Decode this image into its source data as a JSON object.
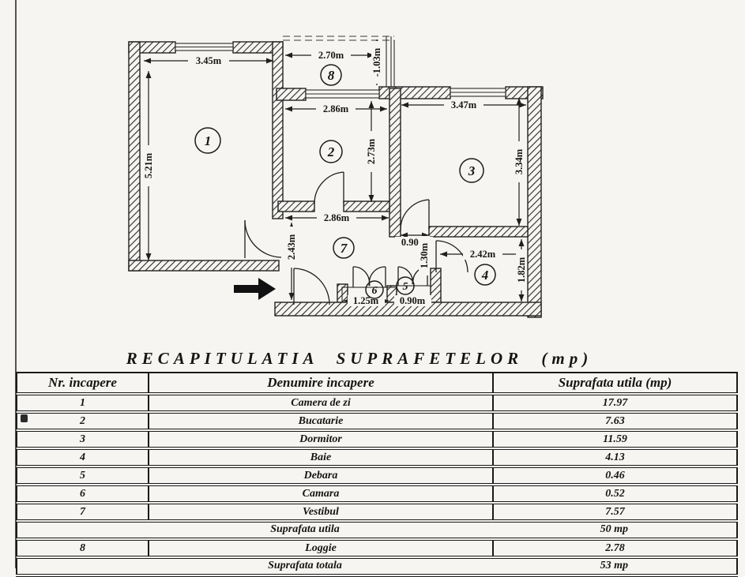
{
  "floor_plan": {
    "room_numbers": {
      "camera": "1",
      "bucatarie": "2",
      "dormitor": "3",
      "baie": "4",
      "debara": "5",
      "camara": "6",
      "vestibul": "7",
      "loggia": "8"
    },
    "dimensions": {
      "camera_width": "3.45m",
      "camera_height": "5.21m",
      "loggia_width": "2.70m",
      "loggia_depth": "-1.03m",
      "bucatarie_width": "2.86m",
      "bucatarie_height": "2.73m",
      "dormitor_width": "3.47m",
      "dormitor_height": "3.34m",
      "vestibul_width": "2.86m",
      "vestibul_height": "2.43m",
      "dormitor_door_width": "0.90m",
      "debara_depth": "1.30m",
      "baie_width": "2.42m",
      "baie_height": "1.82m",
      "camara_width": "1.25m",
      "debara_width": "0.90m"
    }
  },
  "table": {
    "title": "RECAPITULATIA SUPRAFETELOR (mp)",
    "headers": [
      "Nr. incapere",
      "Denumire incapere",
      "Suprafata utila (mp)"
    ],
    "rows": [
      {
        "nr": "1",
        "denumire": "Camera de zi",
        "suprafata": "17.97"
      },
      {
        "nr": "2",
        "denumire": "Bucatarie",
        "suprafata": "7.63"
      },
      {
        "nr": "3",
        "denumire": "Dormitor",
        "suprafata": "11.59"
      },
      {
        "nr": "4",
        "denumire": "Baie",
        "suprafata": "4.13"
      },
      {
        "nr": "5",
        "denumire": "Debara",
        "suprafata": "0.46"
      },
      {
        "nr": "6",
        "denumire": "Camara",
        "suprafata": "0.52"
      },
      {
        "nr": "7",
        "denumire": "Vestibul",
        "suprafata": "7.57"
      },
      {
        "nr": "8",
        "denumire": "Loggie",
        "suprafata": "2.78"
      }
    ],
    "summary_utila": {
      "label": "Suprafata utila",
      "value": "50 mp"
    },
    "summary_totala": {
      "label": "Suprafata totala",
      "value": "53 mp"
    }
  },
  "colors": {
    "background": "#f6f5f1",
    "line": "#1f1f1f"
  }
}
